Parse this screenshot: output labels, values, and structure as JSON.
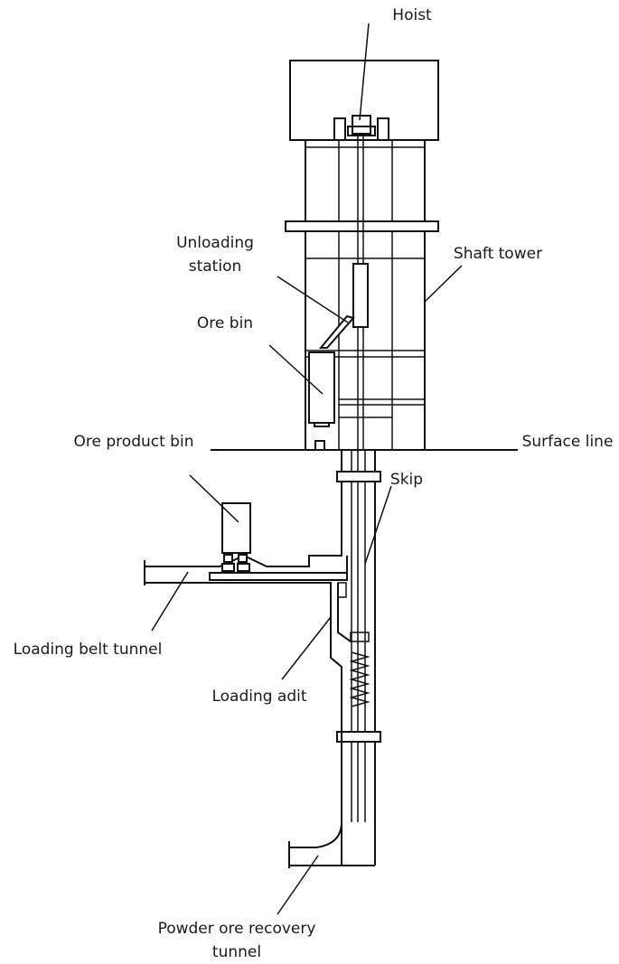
{
  "labels": {
    "hoist": "Hoist",
    "unloading_station_1": "Unloading",
    "unloading_station_2": "station",
    "shaft_tower": "Shaft tower",
    "ore_bin": "Ore bin",
    "ore_product_bin": "Ore product bin",
    "surface_line": "Surface line",
    "skip": "Skip",
    "loading_belt_tunnel": "Loading belt tunnel",
    "loading_adit": "Loading adit",
    "powder_ore_recovery_1": "Powder ore recovery",
    "powder_ore_recovery_2": "tunnel"
  }
}
